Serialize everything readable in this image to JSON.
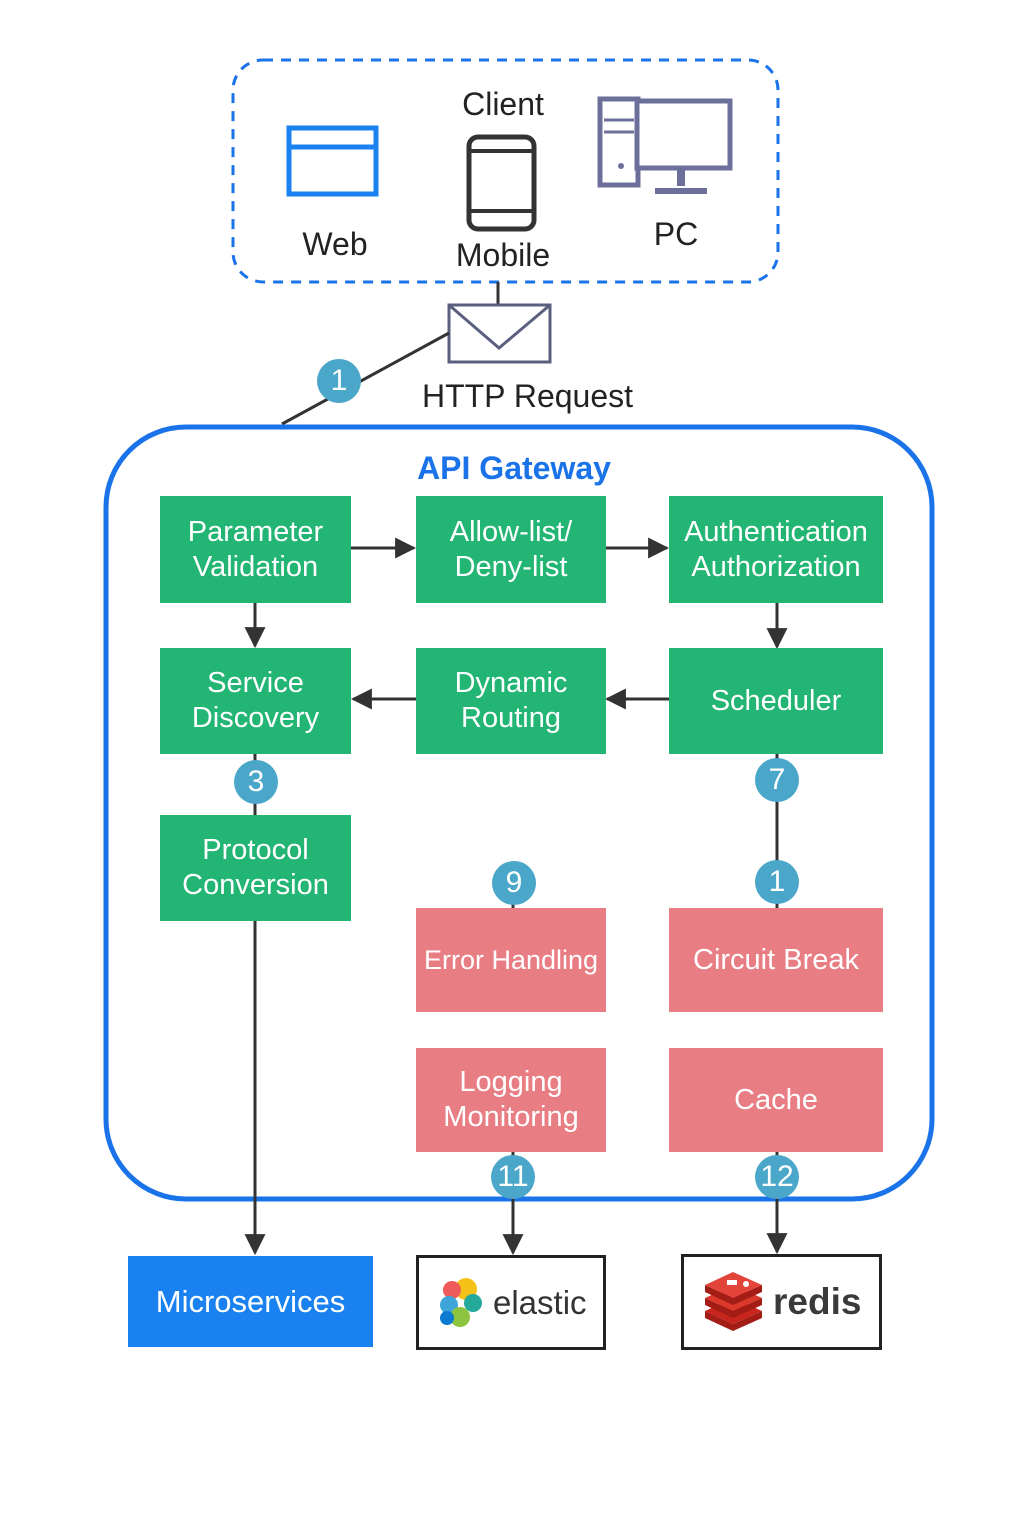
{
  "client": {
    "title": "Client",
    "web_label": "Web",
    "mobile_label": "Mobile",
    "pc_label": "PC"
  },
  "request": {
    "label": "HTTP Request"
  },
  "gateway": {
    "title": "API Gateway",
    "steps": {
      "parameter_validation": "Parameter\nValidation",
      "allow_deny": "Allow-list/\nDeny-list",
      "auth": "Authentication\nAuthorization",
      "service_discovery": "Service\nDiscovery",
      "dynamic_routing": "Dynamic\nRouting",
      "scheduler": "Scheduler",
      "protocol_conversion": "Protocol\nConversion",
      "error_handling": "Error Handling",
      "circuit_break": "Circuit Break",
      "logging": "Logging\nMonitoring",
      "cache": "Cache"
    },
    "badges": {
      "b1": "1",
      "b3": "3",
      "b7": "7",
      "b9": "9",
      "b10": "1",
      "b11": "11",
      "b12": "12"
    }
  },
  "targets": {
    "microservices": "Microservices",
    "elastic": "elastic",
    "redis": "redis"
  },
  "colors": {
    "gateway_border": "#1a73e8",
    "step_green": "#22b573",
    "step_red": "#e97d84",
    "badge": "#4aa7c9",
    "microservices": "#1a82f0"
  },
  "icons": {
    "web": "browser-window-icon",
    "mobile": "smartphone-icon",
    "pc": "desktop-computer-icon",
    "request": "envelope-icon",
    "elastic": "elastic-logo",
    "redis": "redis-logo"
  }
}
